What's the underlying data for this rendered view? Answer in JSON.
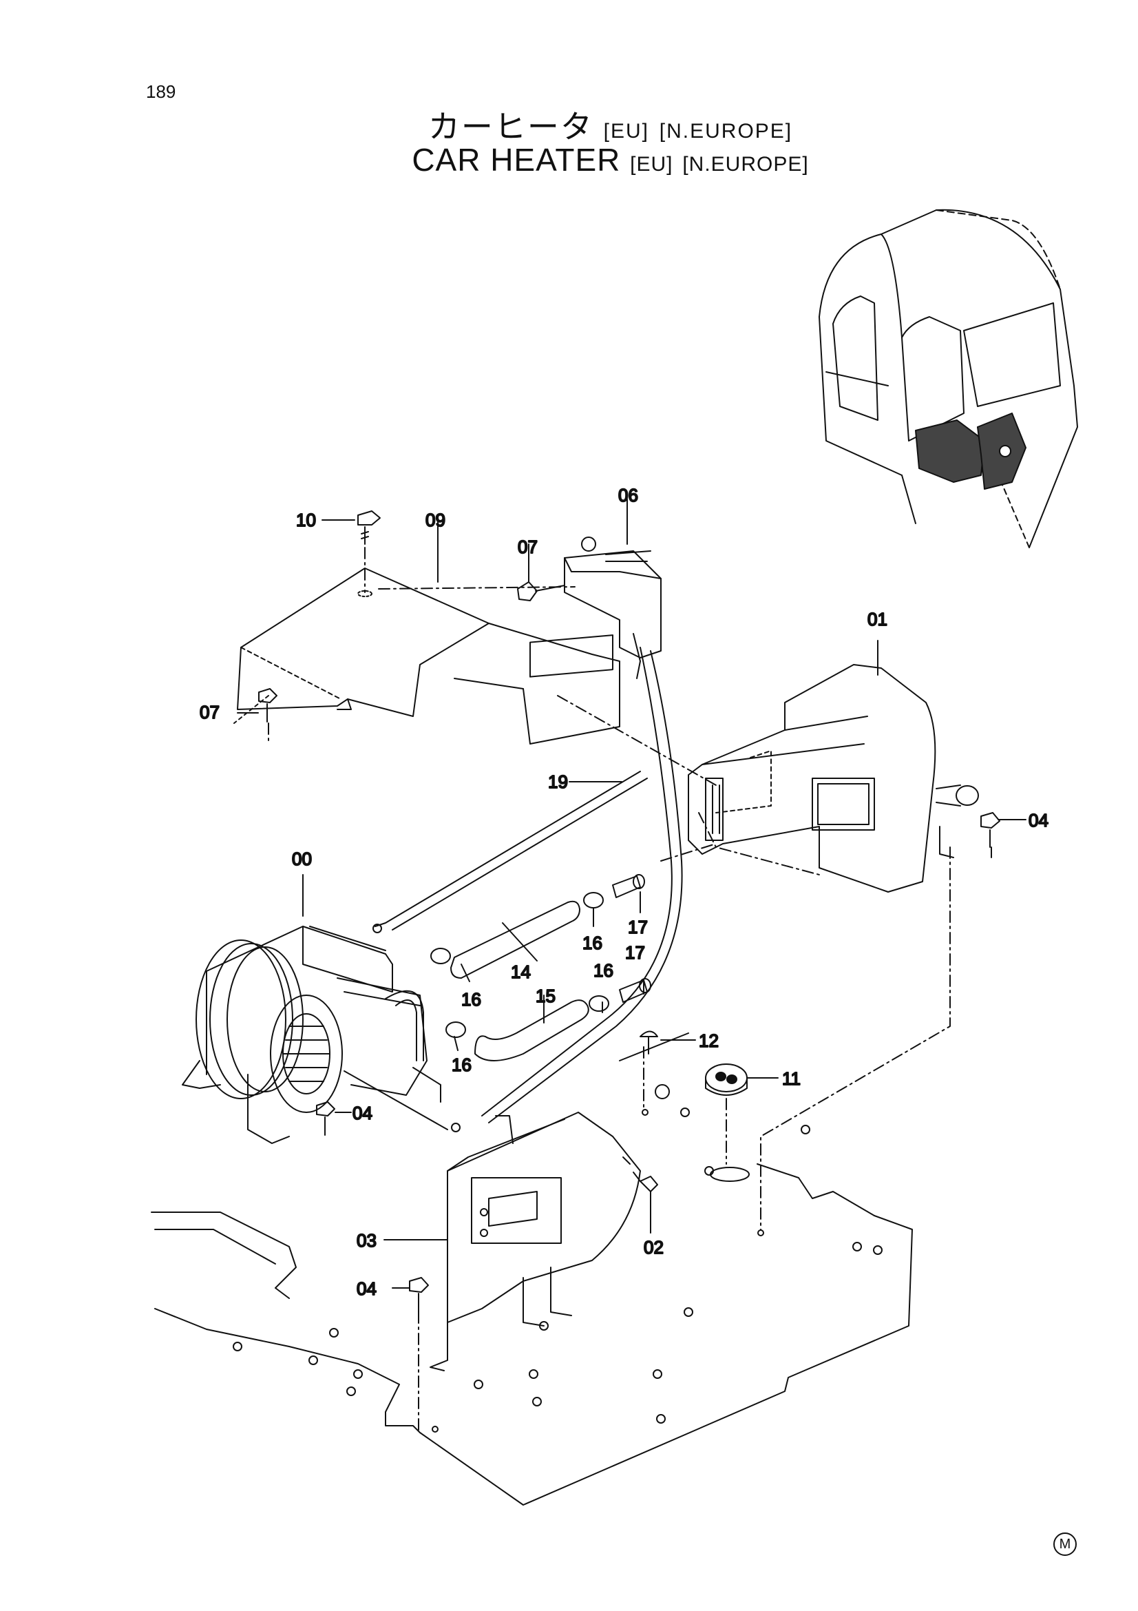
{
  "page": {
    "number": "189",
    "mark": "M"
  },
  "title": {
    "jp_main": "カーヒータ",
    "en_main": "CAR HEATER",
    "tag_eu": "[EU]",
    "tag_region": "[N.EUROPE]"
  },
  "callouts": [
    {
      "id": "c10",
      "label": "10"
    },
    {
      "id": "c09",
      "label": "09"
    },
    {
      "id": "c06",
      "label": "06"
    },
    {
      "id": "c07a",
      "label": "07"
    },
    {
      "id": "c07b",
      "label": "07"
    },
    {
      "id": "c01",
      "label": "01"
    },
    {
      "id": "c19",
      "label": "19"
    },
    {
      "id": "c04a",
      "label": "04"
    },
    {
      "id": "c00",
      "label": "00"
    },
    {
      "id": "c17a",
      "label": "17"
    },
    {
      "id": "c16a",
      "label": "16"
    },
    {
      "id": "c14",
      "label": "14"
    },
    {
      "id": "c17b",
      "label": "17"
    },
    {
      "id": "c16b",
      "label": "16"
    },
    {
      "id": "c16c",
      "label": "16"
    },
    {
      "id": "c15",
      "label": "15"
    },
    {
      "id": "c12",
      "label": "12"
    },
    {
      "id": "c11",
      "label": "11"
    },
    {
      "id": "c16d",
      "label": "16"
    },
    {
      "id": "c04b",
      "label": "04"
    },
    {
      "id": "c03",
      "label": "03"
    },
    {
      "id": "c02",
      "label": "02"
    },
    {
      "id": "c04c",
      "label": "04"
    }
  ]
}
